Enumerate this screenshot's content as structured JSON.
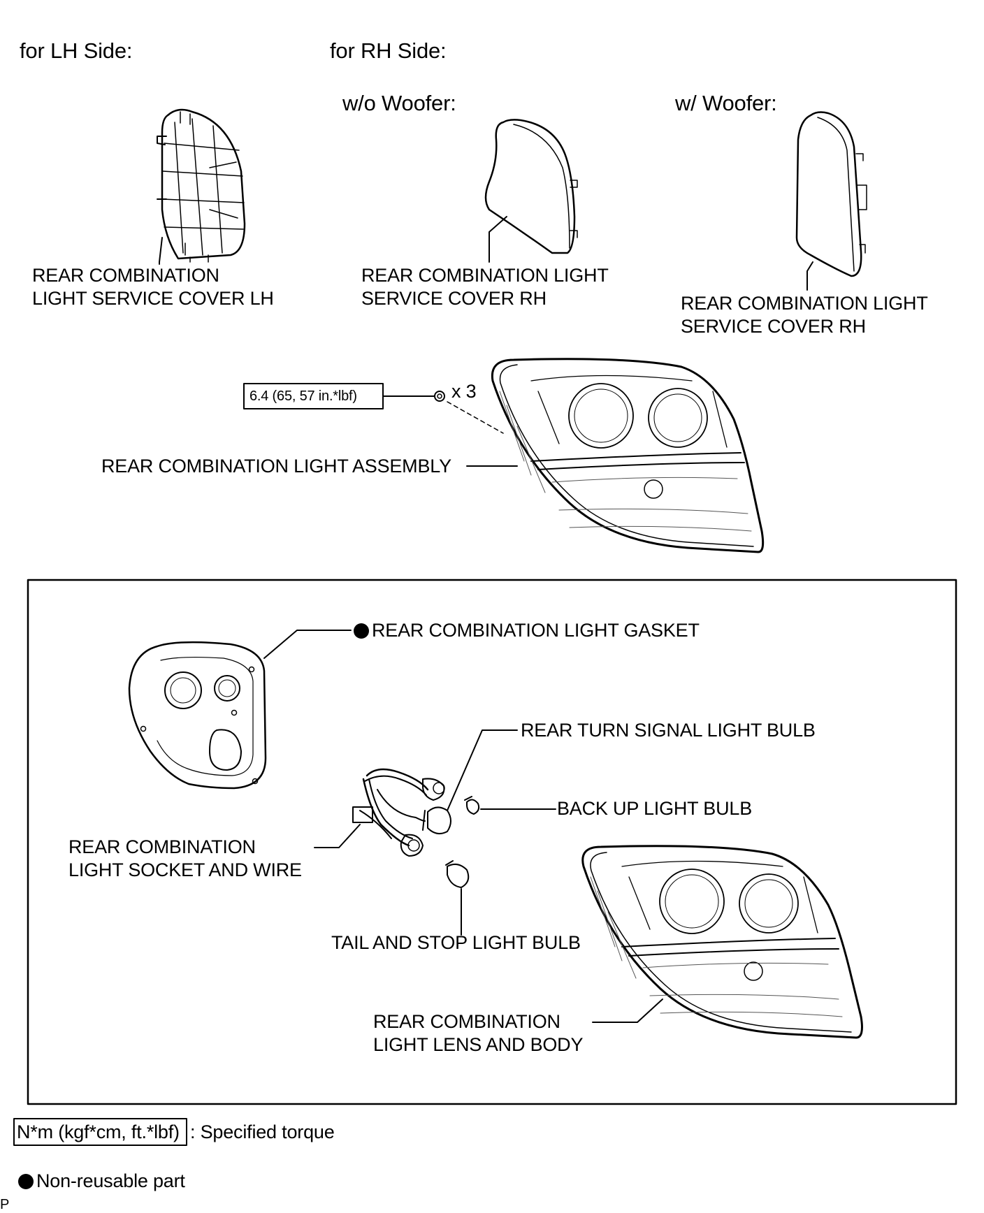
{
  "headers": {
    "lh_side": "for LH Side:",
    "rh_side": "for RH Side:",
    "wo_woofer": "w/o Woofer:",
    "w_woofer": "w/ Woofer:"
  },
  "labels": {
    "service_cover_lh": [
      "REAR COMBINATION",
      "LIGHT SERVICE COVER LH"
    ],
    "service_cover_rh_wo": [
      "REAR COMBINATION LIGHT",
      "SERVICE COVER RH"
    ],
    "service_cover_rh_w": [
      "REAR COMBINATION LIGHT",
      "SERVICE COVER RH"
    ],
    "torque_value": "6.4 (65, 57 in.*lbf)",
    "nut_count": "x 3",
    "light_assembly": "REAR COMBINATION LIGHT ASSEMBLY",
    "gasket": "REAR COMBINATION LIGHT GASKET",
    "turn_signal_bulb": "REAR TURN SIGNAL LIGHT BULB",
    "back_up_bulb": "BACK UP LIGHT BULB",
    "socket_wire": [
      "REAR COMBINATION",
      "LIGHT SOCKET AND WIRE"
    ],
    "tail_stop_bulb": "TAIL AND STOP LIGHT BULB",
    "lens_body": [
      "REAR COMBINATION",
      "LIGHT LENS AND BODY"
    ]
  },
  "legend": {
    "torque_unit": "N*m (kgf*cm, ft.*lbf)",
    "torque_desc": ": Specified torque",
    "non_reusable": "Non-reusable part"
  },
  "corner_code": "P"
}
